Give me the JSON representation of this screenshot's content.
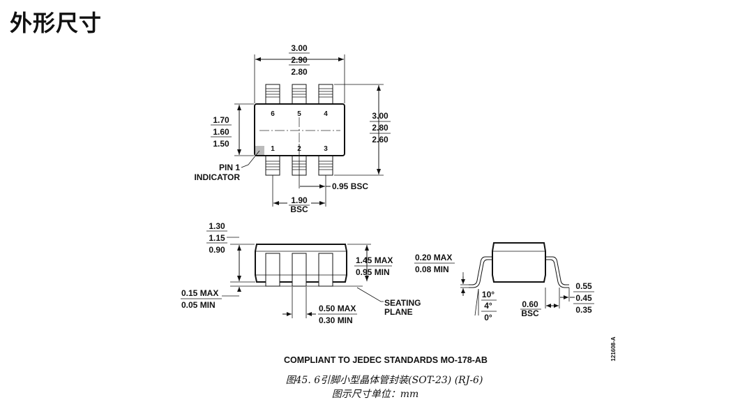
{
  "heading": "外形尺寸",
  "top_view": {
    "width_dims": [
      "3.00",
      "2.90",
      "2.80"
    ],
    "overall_height_dims": [
      "3.00",
      "2.80",
      "2.60"
    ],
    "body_height_dims": [
      "1.70",
      "1.60",
      "1.50"
    ],
    "pins_top": [
      "6",
      "5",
      "4"
    ],
    "pins_bottom": [
      "1",
      "2",
      "3"
    ],
    "pin1_indicator": [
      "PIN 1",
      "INDICATOR"
    ],
    "pitch_label": "0.95 BSC",
    "span_dims": [
      "1.90",
      "BSC"
    ]
  },
  "side_view": {
    "total_height_dims": [
      "1.30",
      "1.15",
      "0.90"
    ],
    "body_height_dims": [
      "1.45 MAX",
      "0.95 MIN"
    ],
    "standoff_dims": [
      "0.15 MAX",
      "0.05 MIN"
    ],
    "lead_width_dims": [
      "0.50 MAX",
      "0.30 MIN"
    ],
    "seating_plane": [
      "SEATING",
      "PLANE"
    ]
  },
  "end_view": {
    "lead_thickness_dims": [
      "0.20 MAX",
      "0.08 MIN"
    ],
    "angle_dims": [
      "10°",
      "4°",
      "0°"
    ],
    "foot_length_dims": [
      "0.60",
      "BSC"
    ],
    "foot_dims": [
      "0.55",
      "0.45",
      "0.35"
    ]
  },
  "compliance_note": "COMPLIANT TO JEDEC STANDARDS MO-178-AB",
  "caption_line1": "图45. 6引脚小型晶体管封装(SOT-23) (RJ-6)",
  "caption_line2": "图示尺寸单位：mm",
  "doc_id": "121608-A"
}
